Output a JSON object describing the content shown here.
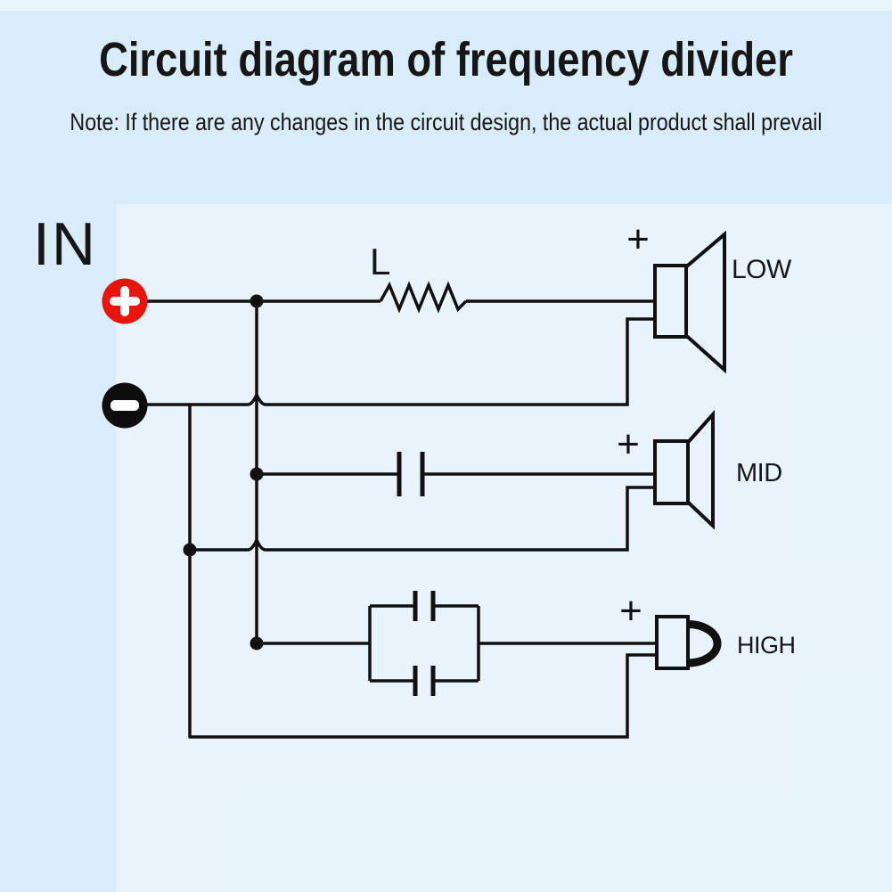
{
  "header": {
    "title": "Circuit diagram of frequency divider",
    "note": "Note: If there are any changes in the circuit design, the actual product shall prevail"
  },
  "diagram": {
    "input_label": "IN",
    "inductor_label": "L",
    "plus_symbol": "+",
    "minus_symbol": "−",
    "speakers": [
      {
        "id": "low",
        "label": "LOW",
        "polarity": "+",
        "filter": "series inductor L"
      },
      {
        "id": "mid",
        "label": "MID",
        "polarity": "+",
        "filter": "series capacitor"
      },
      {
        "id": "high",
        "label": "HIGH",
        "polarity": "+",
        "filter": "two parallel capacitors"
      }
    ],
    "colors": {
      "background": "#d9ecfa",
      "panel": "#e9f4fd",
      "wire": "#101010",
      "positive_terminal": "#e8150d",
      "negative_terminal": "#0d0d0d",
      "terminal_symbol": "#ffffff",
      "text": "#161616"
    }
  }
}
